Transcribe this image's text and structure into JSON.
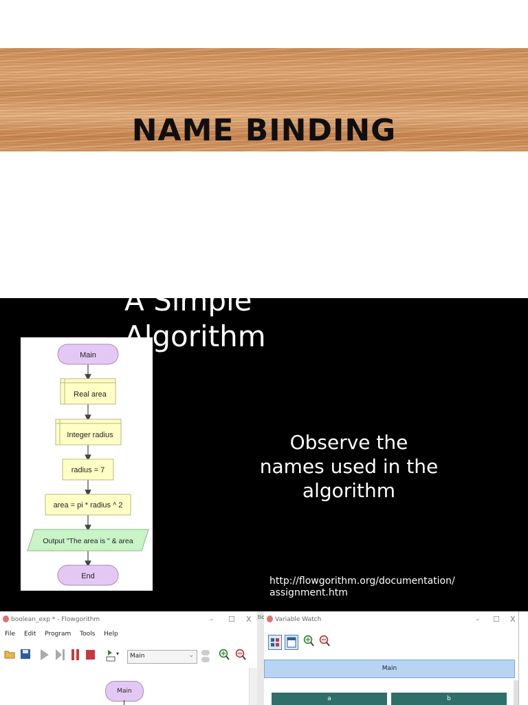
{
  "slide1": {
    "title": "NAME BINDING"
  },
  "slide2": {
    "title_line1": "A Simple",
    "title_line2": "Algorithm",
    "observe_line1": "Observe the",
    "observe_line2": "names used in the",
    "observe_line3": "algorithm",
    "link_line1": "http://flowgorithm.org/documentation/",
    "link_line2": "assignment.htm",
    "flowchart": {
      "start": "Main",
      "decl1": "Real area",
      "decl2": "Integer radius",
      "assign1": "radius = 7",
      "assign2": "area = pi * radius ^ 2",
      "output": "Output \"The area is \" & area",
      "end": "End"
    }
  },
  "flowgorithm_window": {
    "title": "boolean_exp * - Flowgorithm",
    "menu": [
      "File",
      "Edit",
      "Program",
      "Tools",
      "Help"
    ],
    "function_select": "Main",
    "canvas_main": "Main",
    "win_min": "–",
    "win_max": "☐",
    "win_close": "X"
  },
  "variable_watch_window": {
    "title": "Variable Watch",
    "header": "Main",
    "columns": [
      "a",
      "b"
    ],
    "win_min": "–",
    "win_max": "☐",
    "win_close": "X"
  },
  "peek_text": "tio",
  "colors": {
    "slide2_bg": "#000000",
    "flow_terminal": "#e4c8f4",
    "flow_process": "#ffffc6",
    "flow_output": "#c8f4c8",
    "watch_header": "#b8d4f4",
    "watch_cell": "#2f6f6a"
  }
}
